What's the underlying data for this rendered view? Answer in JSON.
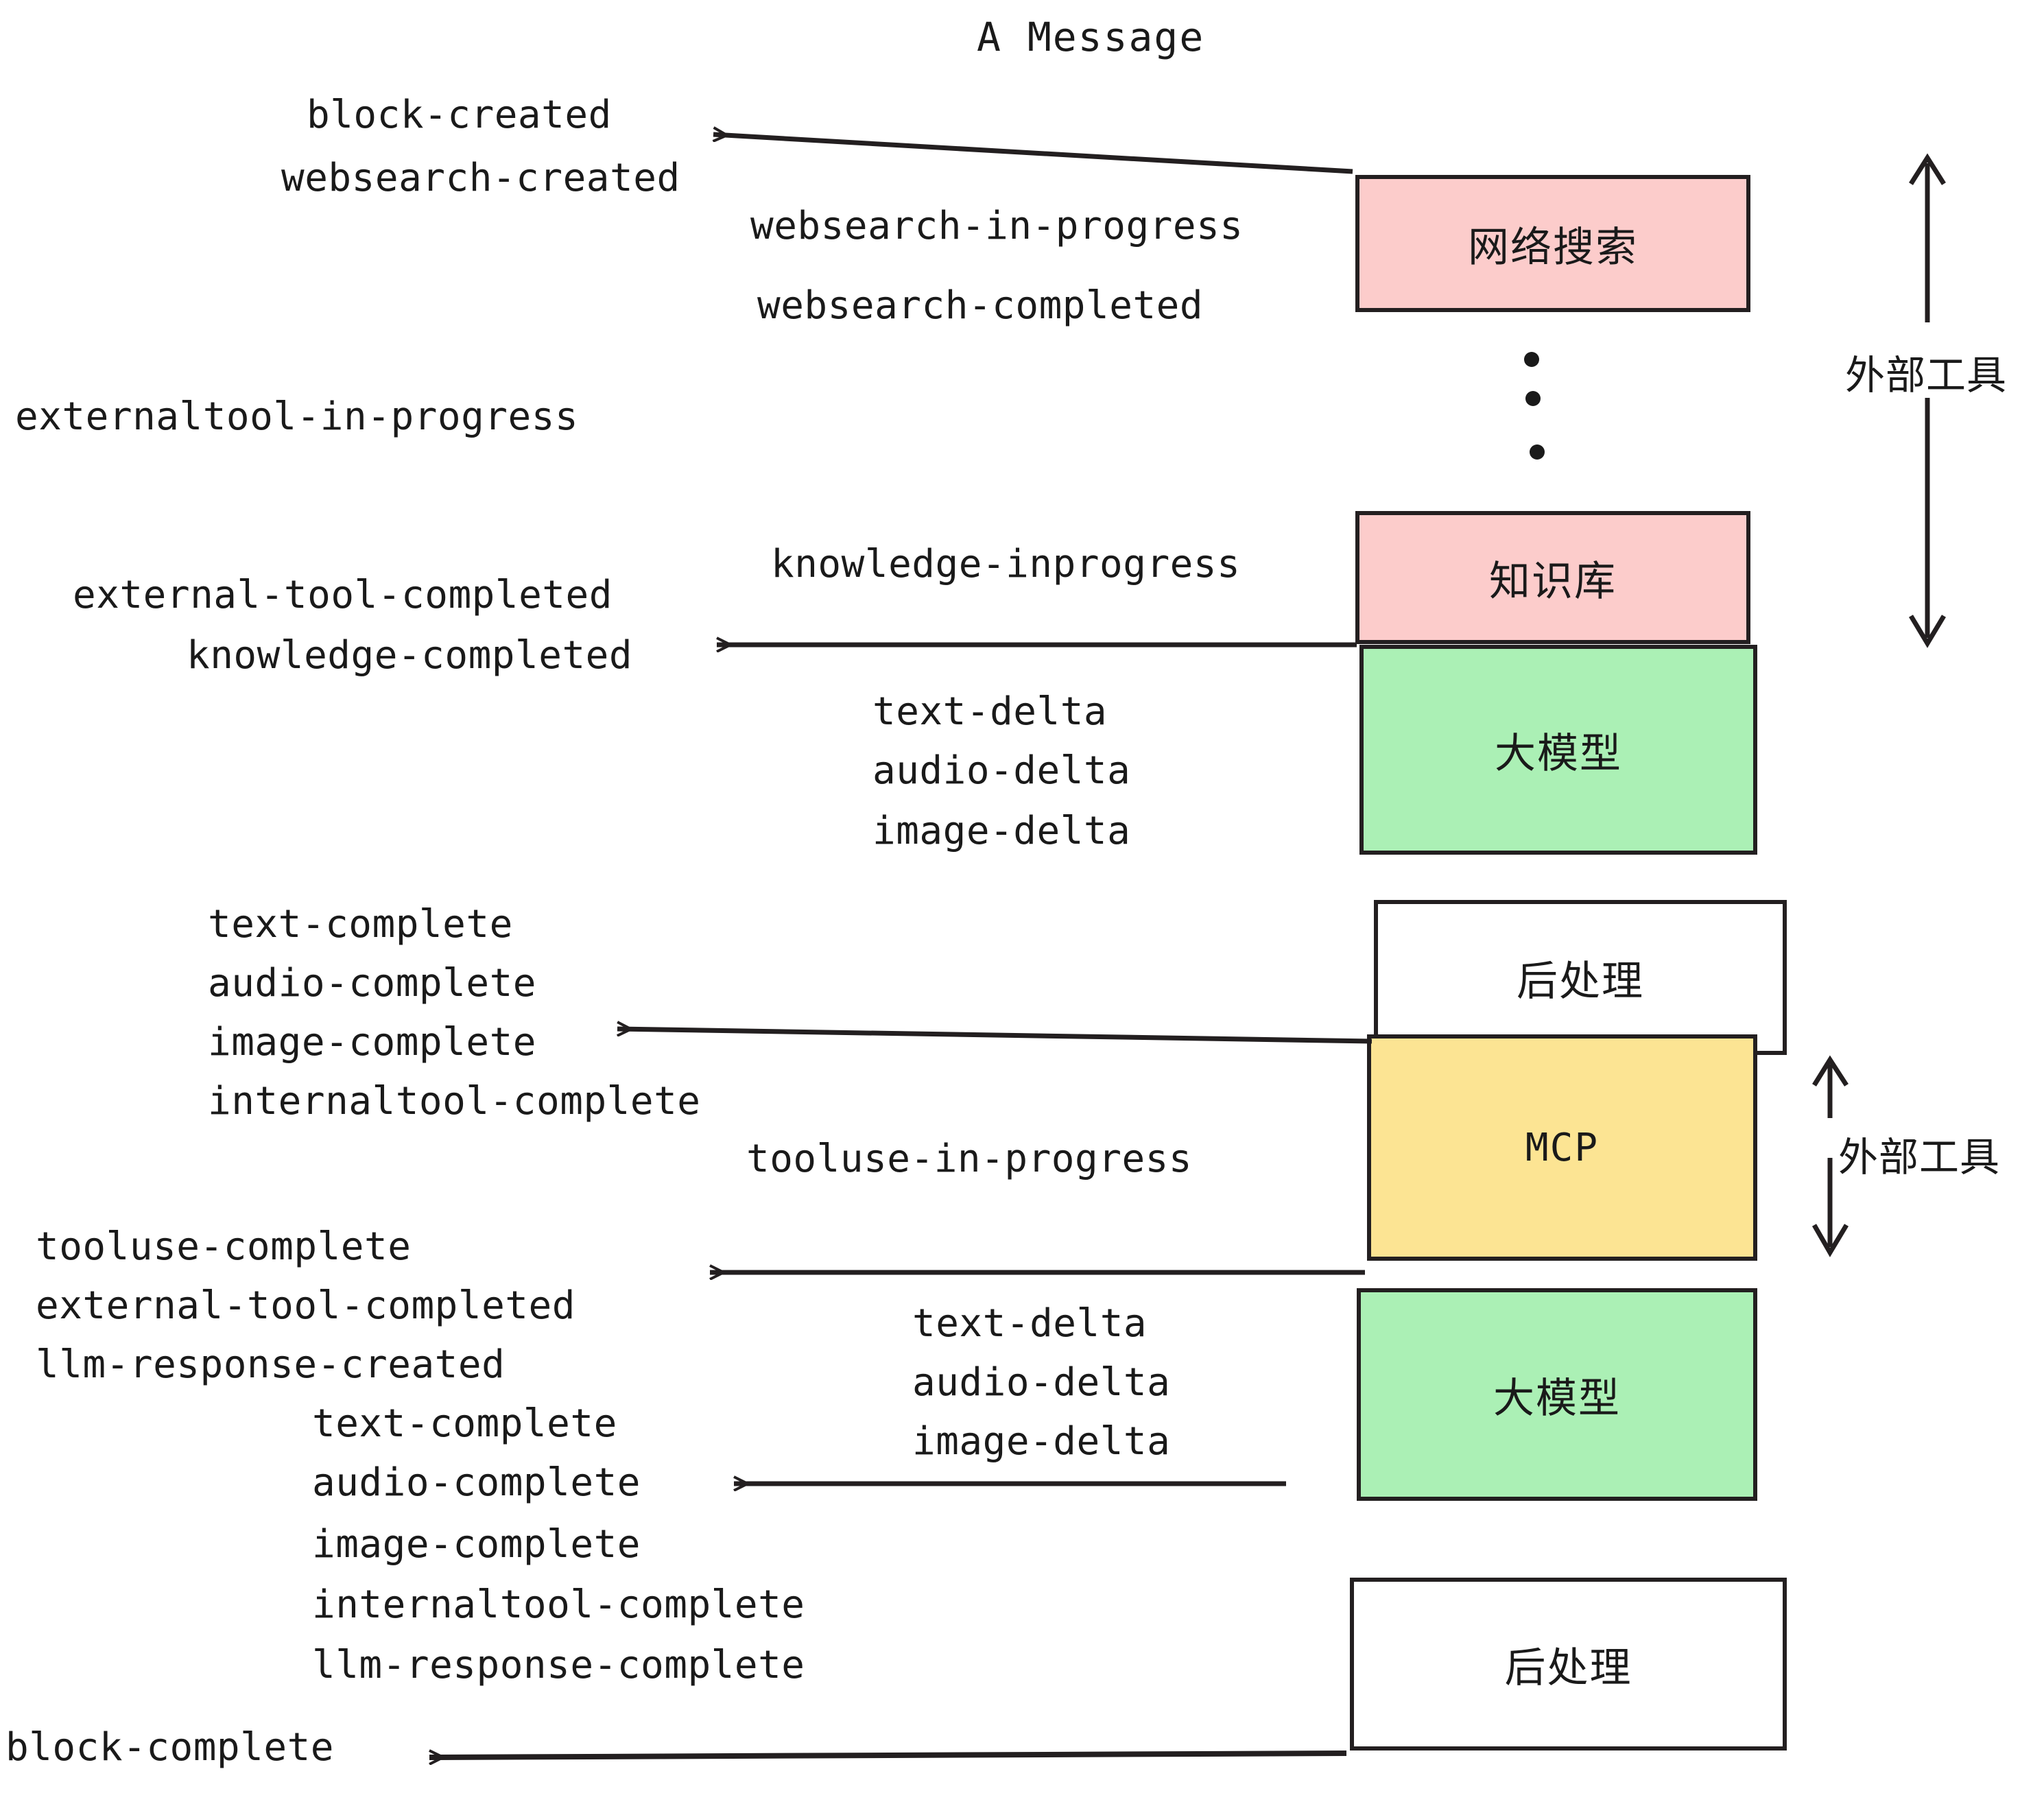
{
  "diagram": {
    "title": "A Message",
    "boxes": [
      {
        "id": "websearch",
        "label": "网络搜索",
        "color": "#FCCCCB"
      },
      {
        "id": "knowledge",
        "label": "知识库",
        "color": "#FCCCCB"
      },
      {
        "id": "llm1",
        "label": "大模型",
        "color": "#ABF0B5"
      },
      {
        "id": "post1",
        "label": "后处理",
        "color": "#FFFFFF"
      },
      {
        "id": "mcp",
        "label": "MCP",
        "color": "#FCE493"
      },
      {
        "id": "llm2",
        "label": "大模型",
        "color": "#ABF0B5"
      },
      {
        "id": "post2",
        "label": "后处理",
        "color": "#FFFFFF"
      }
    ],
    "side_labels": [
      {
        "id": "external-tools-top",
        "label": "外部工具"
      },
      {
        "id": "external-tools-bottom",
        "label": "外部工具"
      }
    ],
    "events": [
      {
        "id": "e01",
        "text": "block-created"
      },
      {
        "id": "e02",
        "text": "websearch-created"
      },
      {
        "id": "e03",
        "text": "websearch-in-progress"
      },
      {
        "id": "e04",
        "text": "websearch-completed"
      },
      {
        "id": "e05",
        "text": "externaltool-in-progress"
      },
      {
        "id": "e06",
        "text": "knowledge-inprogress"
      },
      {
        "id": "e07",
        "text": "external-tool-completed"
      },
      {
        "id": "e08",
        "text": "knowledge-completed"
      },
      {
        "id": "e09",
        "text": "text-delta"
      },
      {
        "id": "e10",
        "text": "audio-delta"
      },
      {
        "id": "e11",
        "text": "image-delta"
      },
      {
        "id": "e12",
        "text": "text-complete"
      },
      {
        "id": "e13",
        "text": "audio-complete"
      },
      {
        "id": "e14",
        "text": "image-complete"
      },
      {
        "id": "e15",
        "text": "internaltool-complete"
      },
      {
        "id": "e16",
        "text": "tooluse-in-progress"
      },
      {
        "id": "e17",
        "text": "tooluse-complete"
      },
      {
        "id": "e18",
        "text": "external-tool-completed"
      },
      {
        "id": "e19",
        "text": "llm-response-created"
      },
      {
        "id": "e20",
        "text": "text-delta"
      },
      {
        "id": "e21",
        "text": "audio-delta"
      },
      {
        "id": "e22",
        "text": "image-delta"
      },
      {
        "id": "e23",
        "text": "text-complete"
      },
      {
        "id": "e24",
        "text": "audio-complete"
      },
      {
        "id": "e25",
        "text": "image-complete"
      },
      {
        "id": "e26",
        "text": "internaltool-complete"
      },
      {
        "id": "e27",
        "text": "llm-response-complete"
      },
      {
        "id": "e28",
        "text": "block-complete"
      }
    ],
    "colors": {
      "stroke": "#231f20",
      "pink": "#FCCCCB",
      "green": "#ABF0B5",
      "yellow": "#FCE493",
      "white": "#FFFFFF"
    }
  }
}
